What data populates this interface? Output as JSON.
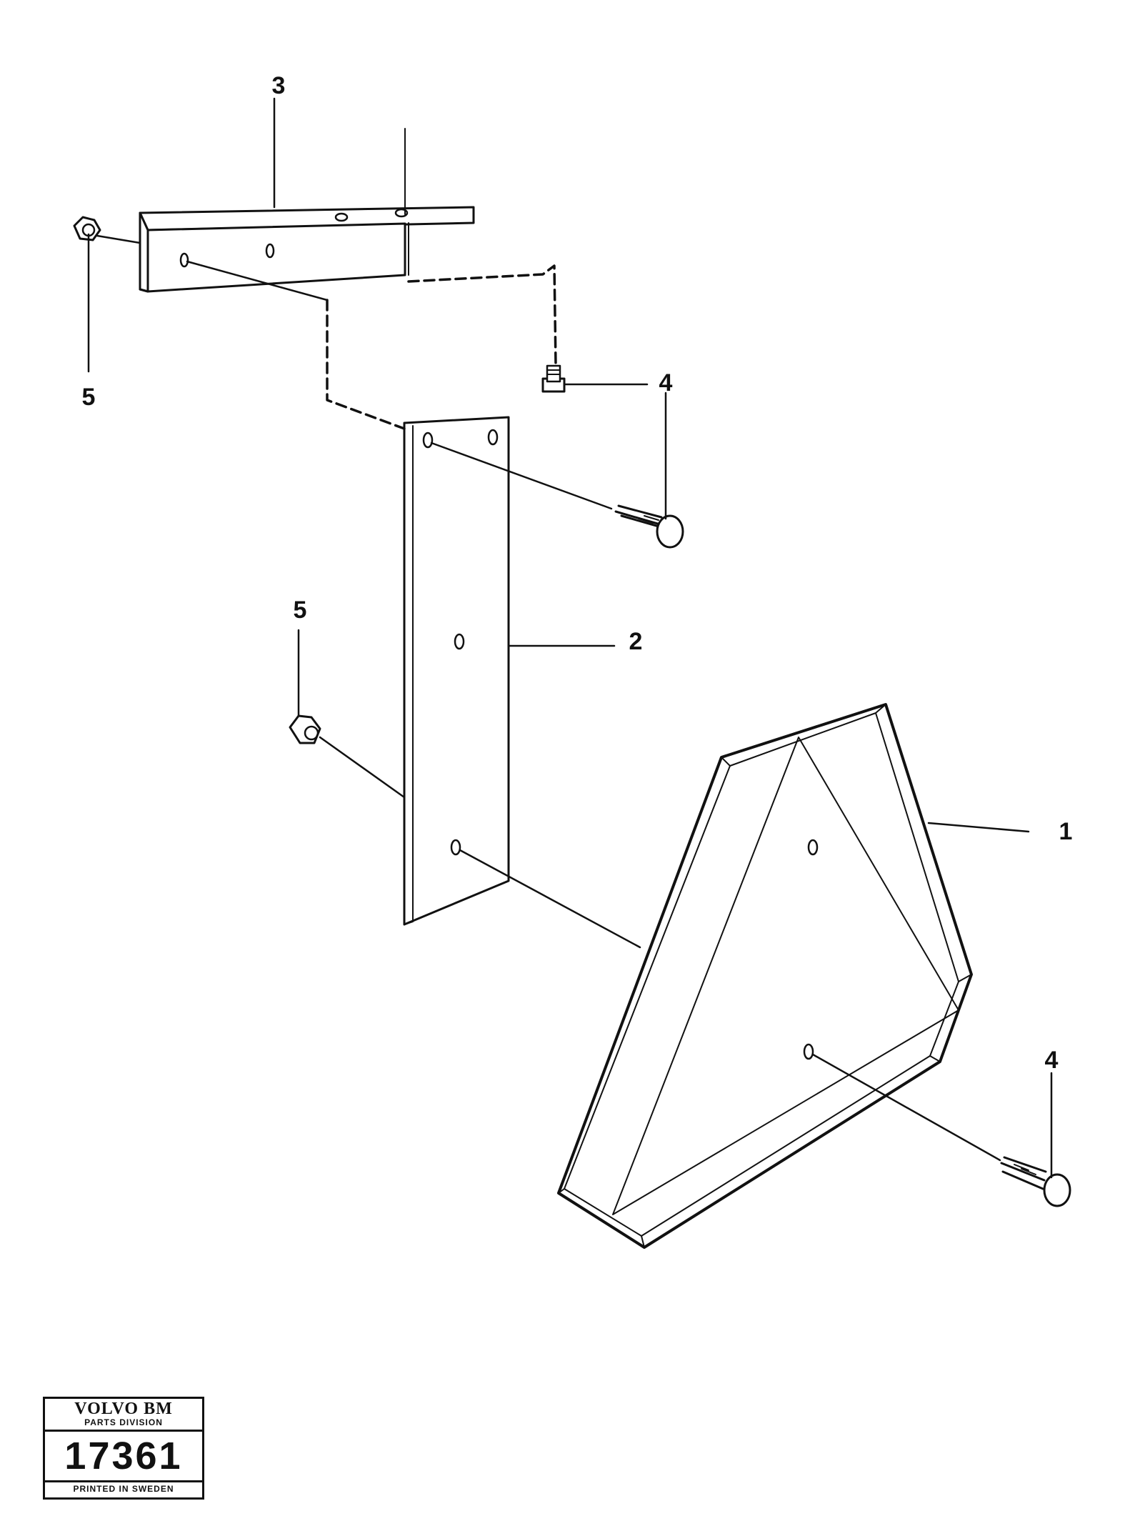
{
  "callouts": {
    "c1": "1",
    "c2": "2",
    "c3": "3",
    "c4a": "4",
    "c4b": "4",
    "c5a": "5",
    "c5b": "5"
  },
  "stamp": {
    "brand": "VOLVO BM",
    "division": "PARTS DIVISION",
    "number": "17361",
    "printed": "PRINTED IN SWEDEN"
  },
  "colors": {
    "ink": "#111111",
    "paper": "#ffffff"
  }
}
